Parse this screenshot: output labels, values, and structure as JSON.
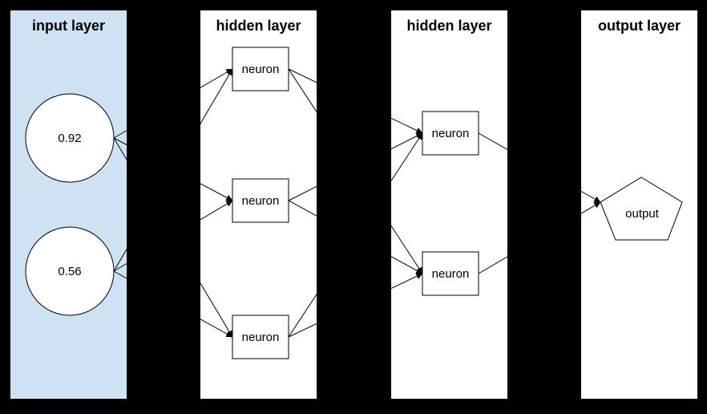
{
  "diagram": {
    "type": "neural-network",
    "colors": {
      "background": "#000000",
      "input_panel_fill": "#cfe2f3",
      "panel_fill": "#ffffff",
      "node_fill": "#ffffff",
      "stroke": "#000000"
    },
    "layers": [
      {
        "id": "input",
        "title": "input layer",
        "nodes": [
          {
            "id": "i1",
            "shape": "circle",
            "label": "0.92"
          },
          {
            "id": "i2",
            "shape": "circle",
            "label": "0.56"
          }
        ]
      },
      {
        "id": "hidden1",
        "title": "hidden layer",
        "nodes": [
          {
            "id": "h11",
            "shape": "rect",
            "label": "neuron"
          },
          {
            "id": "h12",
            "shape": "rect",
            "label": "neuron"
          },
          {
            "id": "h13",
            "shape": "rect",
            "label": "neuron"
          }
        ]
      },
      {
        "id": "hidden2",
        "title": "hidden layer",
        "nodes": [
          {
            "id": "h21",
            "shape": "rect",
            "label": "neuron"
          },
          {
            "id": "h22",
            "shape": "rect",
            "label": "neuron"
          }
        ]
      },
      {
        "id": "output",
        "title": "output layer",
        "nodes": [
          {
            "id": "o1",
            "shape": "pentagon",
            "label": "output"
          }
        ]
      }
    ],
    "edges": [
      [
        "i1",
        "h11"
      ],
      [
        "i1",
        "h12"
      ],
      [
        "i1",
        "h13"
      ],
      [
        "i2",
        "h11"
      ],
      [
        "i2",
        "h12"
      ],
      [
        "i2",
        "h13"
      ],
      [
        "h11",
        "h21"
      ],
      [
        "h11",
        "h22"
      ],
      [
        "h12",
        "h21"
      ],
      [
        "h12",
        "h22"
      ],
      [
        "h13",
        "h21"
      ],
      [
        "h13",
        "h22"
      ],
      [
        "h21",
        "o1"
      ],
      [
        "h22",
        "o1"
      ]
    ]
  }
}
